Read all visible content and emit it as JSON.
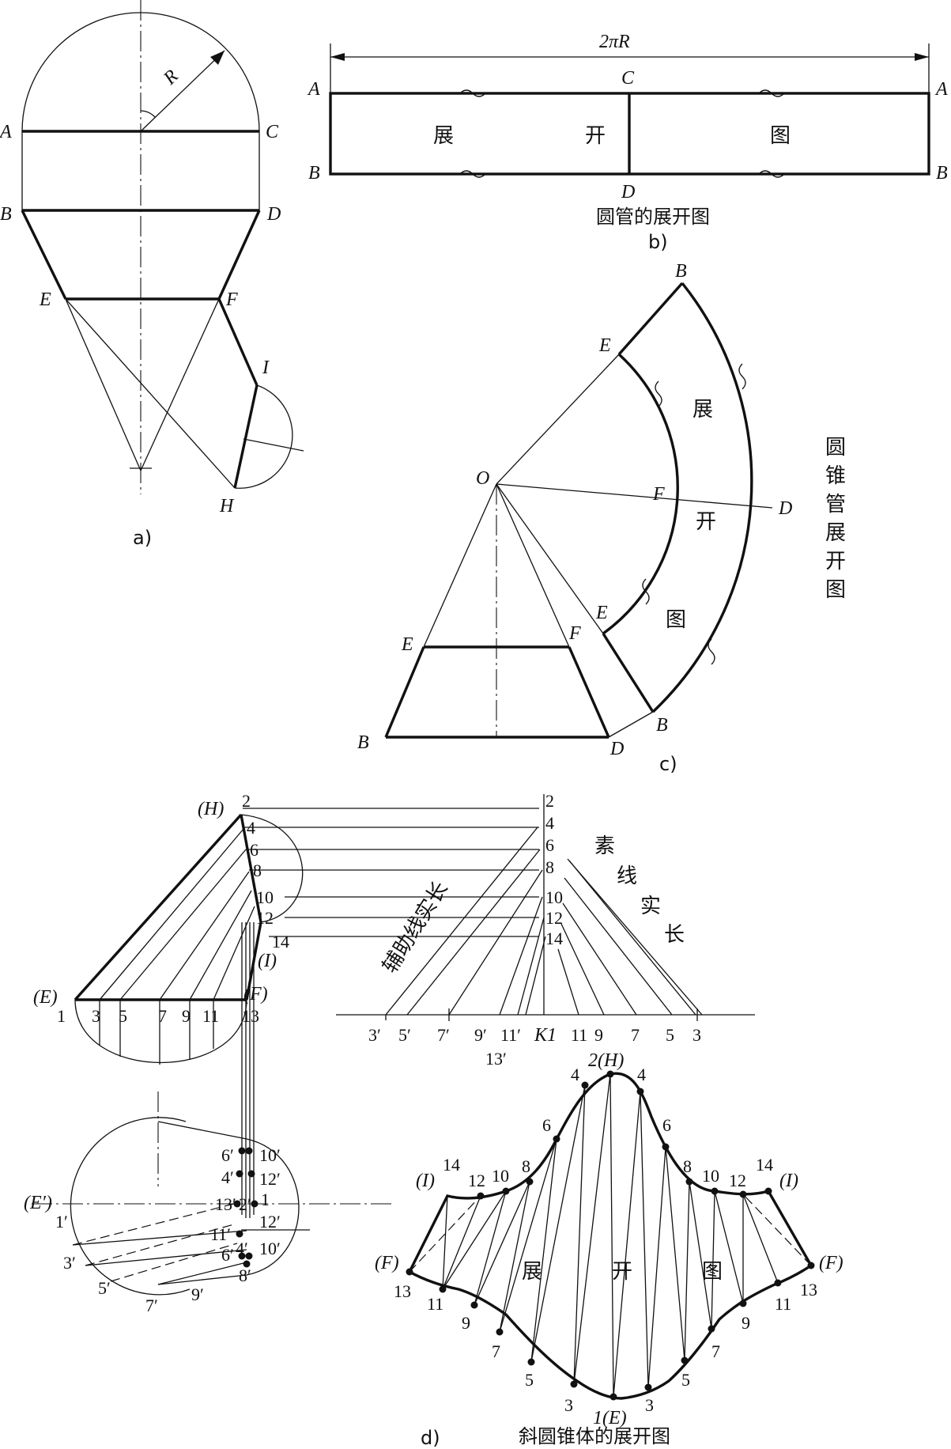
{
  "panel_a": {
    "caption": "a)",
    "labels": {
      "A": "A",
      "B": "B",
      "C": "C",
      "D": "D",
      "E": "E",
      "F": "F",
      "I": "I",
      "H": "H",
      "R": "R"
    }
  },
  "panel_b": {
    "caption": "b)",
    "title": "圆管的展开图",
    "dimension": "2πR",
    "labels": {
      "A_left": "A",
      "A_right": "A",
      "B_left": "B",
      "B_right": "B",
      "C": "C",
      "D": "D"
    },
    "words": [
      "展",
      "开",
      "图"
    ]
  },
  "panel_c": {
    "caption": "c)",
    "title": "圆锥管展开图",
    "title_chars": [
      "圆",
      "锥",
      "管",
      "展",
      "开",
      "图"
    ],
    "words": [
      "展",
      "开",
      "图"
    ],
    "labels": {
      "O": "O",
      "B_top": "B",
      "E_top": "E",
      "F_mid": "F",
      "D": "D",
      "E_mid": "E",
      "F_low": "F",
      "E_trap": "E",
      "B_left": "B",
      "D_low": "D",
      "B_low": "B"
    }
  },
  "panel_d": {
    "caption": "d)",
    "title": "斜圆锥体的展开图",
    "front_labels": {
      "H": "(H)",
      "E": "(E)",
      "F": "(F)",
      "I": "(I)"
    },
    "front_numbers_right": [
      "2",
      "4",
      "6",
      "8",
      "10",
      "12",
      "14"
    ],
    "front_numbers_bottom": [
      "1",
      "3",
      "5",
      "7",
      "9",
      "11",
      "13"
    ],
    "aux_numbers": [
      "2",
      "4",
      "6",
      "8",
      "10",
      "12",
      "14"
    ],
    "baseline_left": [
      "3′",
      "5′",
      "7′",
      "9′",
      "11′",
      "13′"
    ],
    "baseline_right": [
      "K1",
      "11",
      "9",
      "7",
      "5",
      "3"
    ],
    "aux_title": "辅助线实长",
    "true_len_chars": [
      "素",
      "线",
      "实",
      "长"
    ],
    "top_labels": {
      "E": "(E′)",
      "points": [
        "1′",
        "3′",
        "5′",
        "7′",
        "9′",
        "6′",
        "4′",
        "13′",
        "11′",
        "2′",
        "6′",
        "4′",
        "10′",
        "12′",
        "1",
        "12′",
        "10′",
        "8′"
      ]
    },
    "dev_labels": {
      "top": "2(H)",
      "bottom": "1(E)",
      "I_left": "(I)",
      "I_right": "(I)",
      "F_left": "(F)",
      "F_right": "(F)"
    },
    "dev_numbers_left": [
      "14",
      "12",
      "10",
      "8",
      "6",
      "4",
      "13",
      "11",
      "9",
      "7",
      "5",
      "3"
    ],
    "dev_numbers_right": [
      "4",
      "6",
      "8",
      "10",
      "12",
      "14",
      "13",
      "11",
      "9",
      "7",
      "5",
      "3"
    ],
    "words": [
      "展",
      "开",
      "图"
    ]
  }
}
